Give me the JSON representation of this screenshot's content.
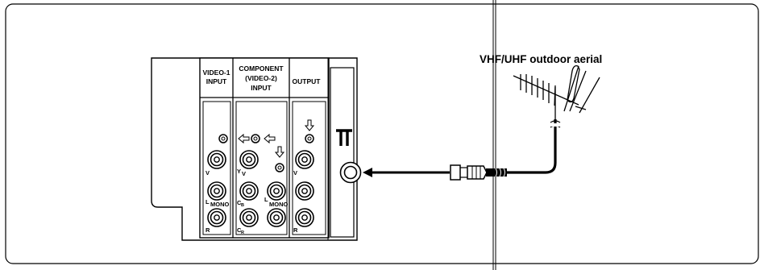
{
  "panel": {
    "sections": {
      "video1": {
        "line1": "VIDEO-1",
        "line2": "INPUT"
      },
      "component": {
        "line1": "COMPONENT",
        "line2": "(VIDEO-2)",
        "line3": "INPUT"
      },
      "output": {
        "line1": "OUTPUT"
      }
    },
    "jack_labels": {
      "v": "V",
      "l": "L",
      "mono": "MONO",
      "r": "R",
      "y": "Y",
      "cb": "C",
      "cb_sub": "B",
      "cr": "C",
      "cr_sub": "R"
    }
  },
  "antenna": {
    "label": "VHF/UHF outdoor aerial"
  },
  "colors": {
    "line": "#000000",
    "background": "#ffffff"
  }
}
